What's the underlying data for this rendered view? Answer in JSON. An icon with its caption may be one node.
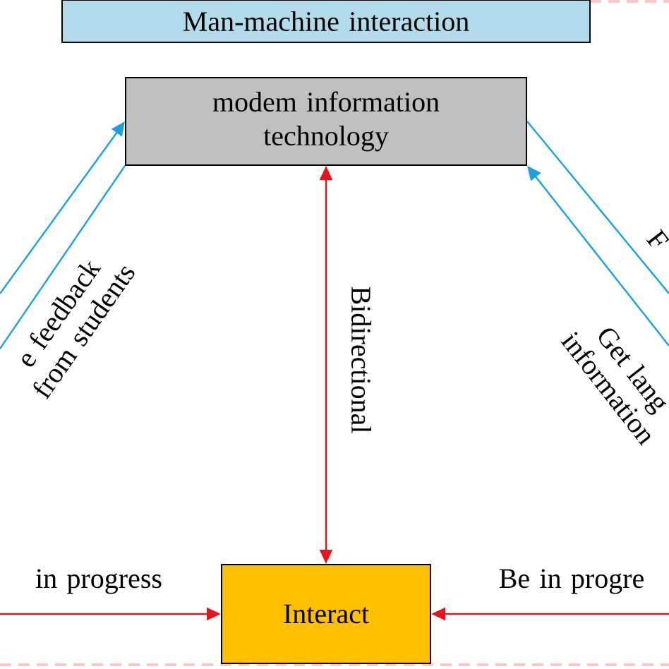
{
  "diagram": {
    "nodes": [
      {
        "text": [
          "Man-machine interaction"
        ]
      },
      {
        "text": [
          "modem information technology"
        ]
      },
      {
        "text": [
          "Interact"
        ]
      }
    ],
    "edges": [
      {
        "from": null,
        "to": 1,
        "arrow": "to",
        "color": "#1ba1e2"
      },
      {
        "from": 1,
        "to": null,
        "arrow": "none",
        "label": "e feedback from students",
        "color": "#1ba1e2"
      },
      {
        "from": 1,
        "to": null,
        "arrow": "none",
        "label": "F",
        "color": "#1ba1e2"
      },
      {
        "from": null,
        "to": 1,
        "arrow": "to",
        "label": "Get lang information",
        "color": "#1ba1e2"
      },
      {
        "from": 1,
        "to": 2,
        "arrow": "both",
        "label": "Bidirectional",
        "color": "#e8141c"
      },
      {
        "from": null,
        "to": 2,
        "arrow": "to",
        "label": "in progress",
        "color": "#e8141c"
      },
      {
        "from": null,
        "to": 2,
        "arrow": "to",
        "label": "Be in progre",
        "color": "#e8141c"
      }
    ]
  }
}
